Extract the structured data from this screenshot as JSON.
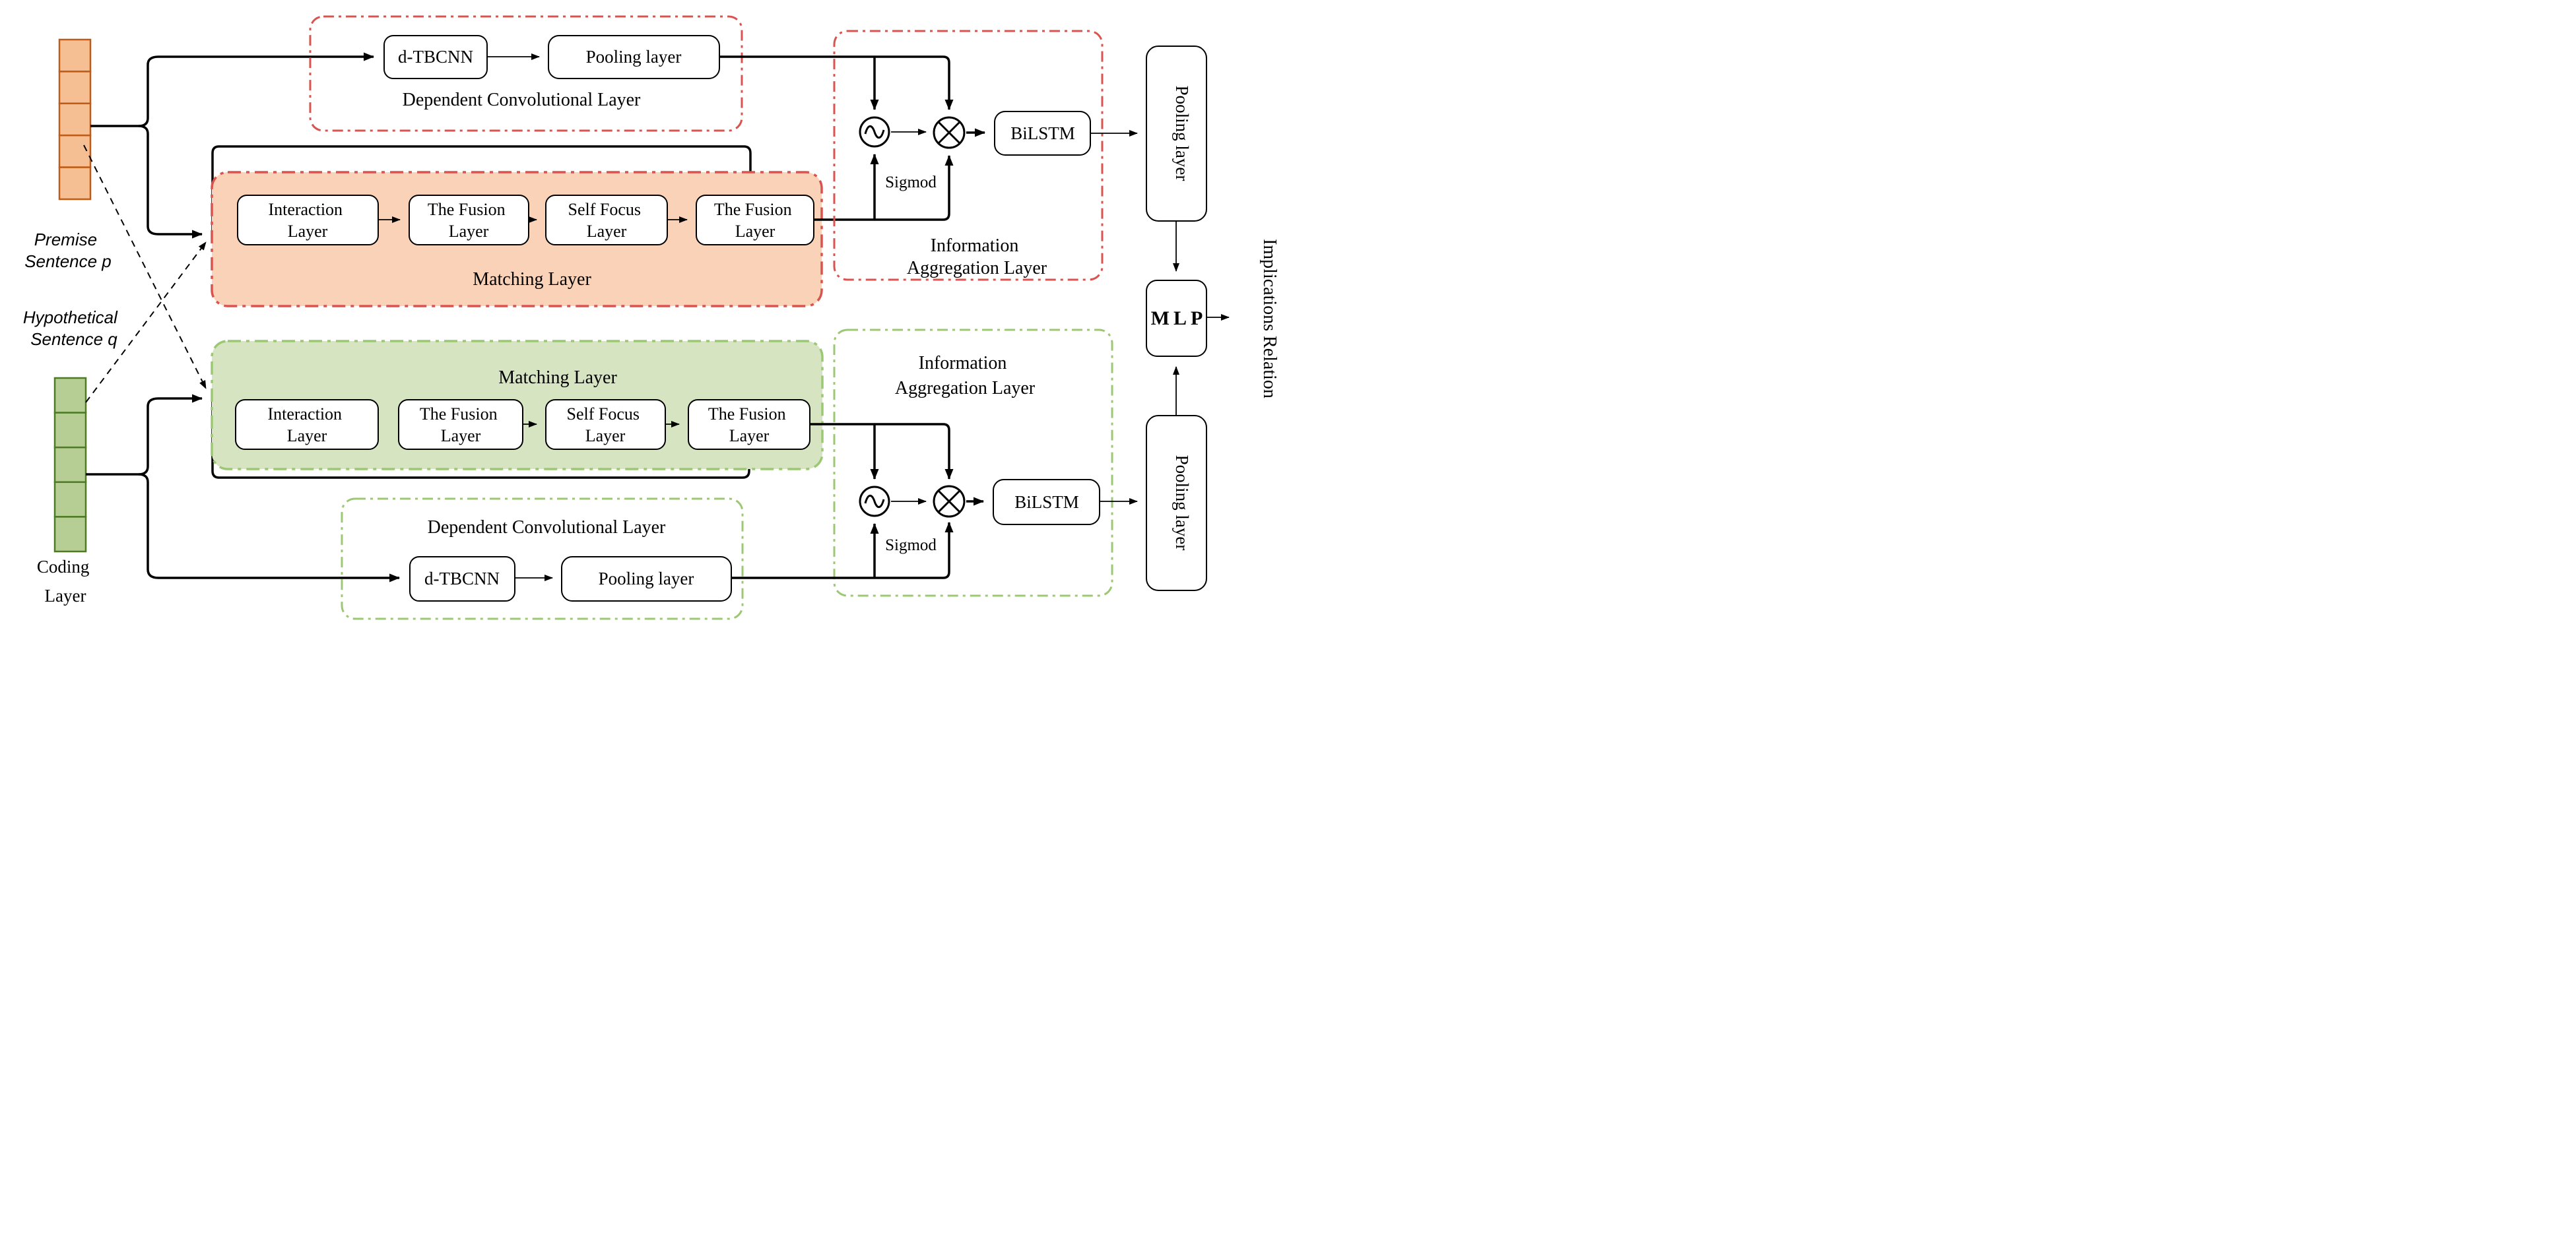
{
  "colors": {
    "redDash": "#d9534f",
    "orangeFill": "#fad2b8",
    "orangeCell": "#f6be93",
    "orangeCellBorder": "#bf5b16",
    "greenDash": "#9cc873",
    "greenFill": "#d6e4c2",
    "greenCell": "#b6ce94",
    "greenCellBorder": "#4e7a27",
    "ink": "#000000"
  },
  "inputs": {
    "premise": {
      "lines": [
        "Premise",
        "Sentence p"
      ]
    },
    "hypothetical": {
      "lines": [
        "Hypothetical",
        "Sentence q"
      ]
    },
    "coding": {
      "lines": [
        "Coding",
        "Layer"
      ]
    }
  },
  "top_conv": {
    "title": "Dependent Convolutional Layer",
    "dtbcnn": "d-TBCNN",
    "pooling": "Pooling layer"
  },
  "top_matching": {
    "title": "Matching Layer",
    "boxes": [
      {
        "lines": [
          "Interaction",
          "Layer"
        ]
      },
      {
        "lines": [
          "The Fusion",
          "Layer"
        ]
      },
      {
        "lines": [
          "Self Focus",
          "Layer"
        ]
      },
      {
        "lines": [
          "The Fusion",
          "Layer"
        ]
      }
    ]
  },
  "top_agg": {
    "title_lines": [
      "Information",
      "Aggregation Layer"
    ],
    "sigmod": "Sigmod",
    "bilstm": "BiLSTM"
  },
  "bottom_matching": {
    "title": "Matching Layer",
    "boxes": [
      {
        "lines": [
          "Interaction",
          "Layer"
        ]
      },
      {
        "lines": [
          "The Fusion",
          "Layer"
        ]
      },
      {
        "lines": [
          "Self Focus",
          "Layer"
        ]
      },
      {
        "lines": [
          "The Fusion",
          "Layer"
        ]
      }
    ]
  },
  "bottom_agg": {
    "title_lines": [
      "Information",
      "Aggregation Layer"
    ],
    "sigmod": "Sigmod",
    "bilstm": "BiLSTM"
  },
  "bottom_conv": {
    "title": "Dependent Convolutional Layer",
    "dtbcnn": "d-TBCNN",
    "pooling": "Pooling layer"
  },
  "right": {
    "pooling_top": "Pooling layer",
    "mlp": "MLP",
    "pooling_bottom": "Pooling layer",
    "output": "Implications Relation"
  }
}
